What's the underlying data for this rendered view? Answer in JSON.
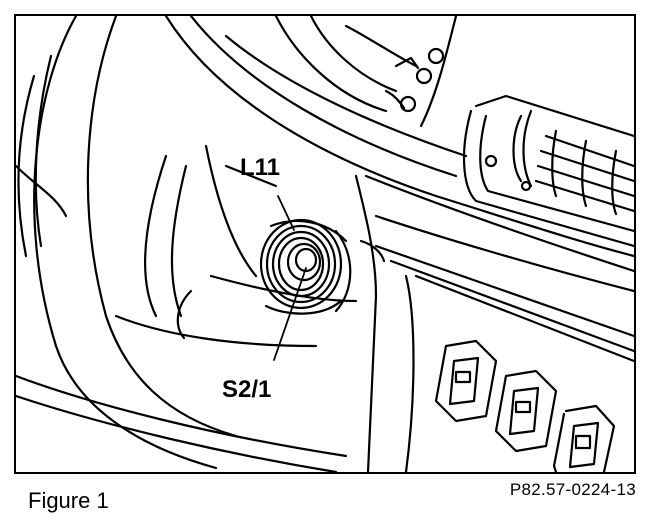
{
  "figure": {
    "caption": "Figure 1",
    "reference_code": "P82.57-0224-13"
  },
  "callouts": {
    "L11": "L11",
    "S2_1": "S2/1"
  }
}
